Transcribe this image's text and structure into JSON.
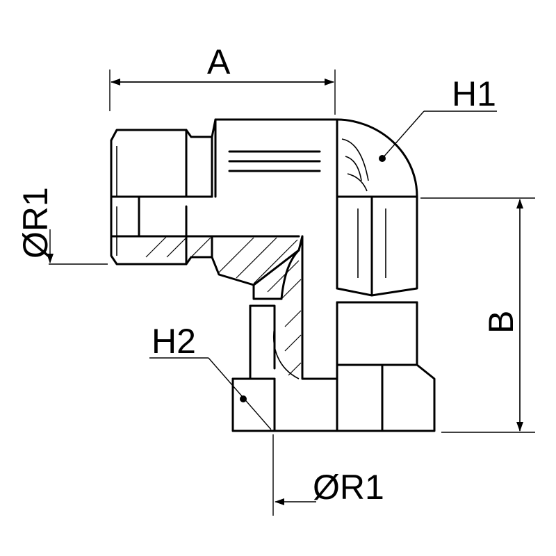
{
  "labels": {
    "dim_a": "A",
    "dim_b": "B",
    "hex_top": "H1",
    "hex_bottom": "H2",
    "thread_left": "ØR1",
    "thread_bottom": "ØR1"
  },
  "colors": {
    "line": "#000000",
    "background": "#ffffff"
  }
}
